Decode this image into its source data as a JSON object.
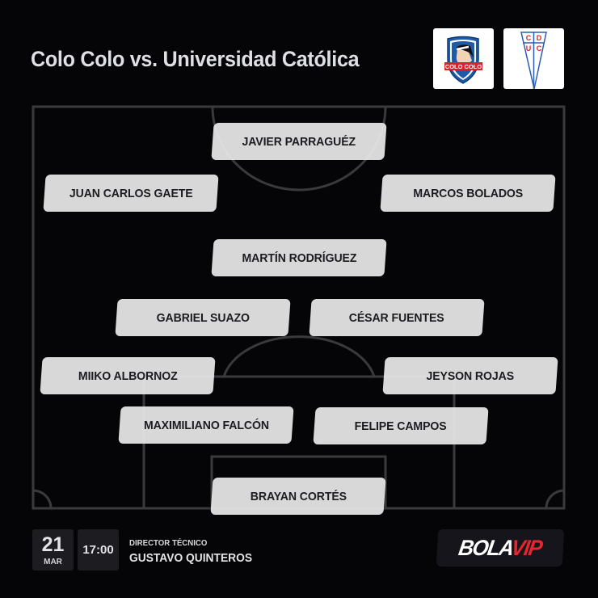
{
  "header": {
    "title": "Colo Colo vs. Universidad Católica",
    "home_crest": {
      "icon": "colo-colo-crest-icon",
      "label": "COLO COLO"
    },
    "away_crest": {
      "icon": "universidad-catolica-crest-icon",
      "letters": [
        "C",
        "D",
        "U",
        "C"
      ]
    }
  },
  "lineup": {
    "formation_rows": [
      [
        "JAVIER PARRAGUÉZ"
      ],
      [
        "JUAN CARLOS GAETE",
        "MARCOS BOLADOS"
      ],
      [
        "MARTÍN RODRÍGUEZ"
      ],
      [
        "GABRIEL SUAZO",
        "CÉSAR FUENTES"
      ],
      [
        "MIIKO ALBORNOZ",
        "JEYSON ROJAS"
      ],
      [
        "MAXIMILIANO FALCÓN",
        "FELIPE CAMPOS"
      ],
      [
        "BRAYAN CORTÉS"
      ]
    ],
    "players": [
      {
        "name": "JAVIER PARRAGUÉZ"
      },
      {
        "name": "JUAN CARLOS GAETE"
      },
      {
        "name": "MARCOS BOLADOS"
      },
      {
        "name": "MARTÍN RODRÍGUEZ"
      },
      {
        "name": "GABRIEL SUAZO"
      },
      {
        "name": "CÉSAR FUENTES"
      },
      {
        "name": "MIIKO ALBORNOZ"
      },
      {
        "name": "JEYSON ROJAS"
      },
      {
        "name": "MAXIMILIANO FALCÓN"
      },
      {
        "name": "FELIPE CAMPOS"
      },
      {
        "name": "BRAYAN CORTÉS"
      }
    ]
  },
  "footer": {
    "date_day": "21",
    "date_month": "MAR",
    "time": "17:00",
    "coach_label": "DIRECTOR TÉCNICO",
    "coach_name": "GUSTAVO QUINTEROS",
    "brand_part1": "BOLA",
    "brand_part2": "VIP"
  },
  "colors": {
    "background": "#050507",
    "pitch_lines": "#3a3a3e",
    "card": "#e8e8ea",
    "card_text": "#1c1c20",
    "footer_box": "#1d1d21",
    "brand_red": "#e3262f"
  }
}
